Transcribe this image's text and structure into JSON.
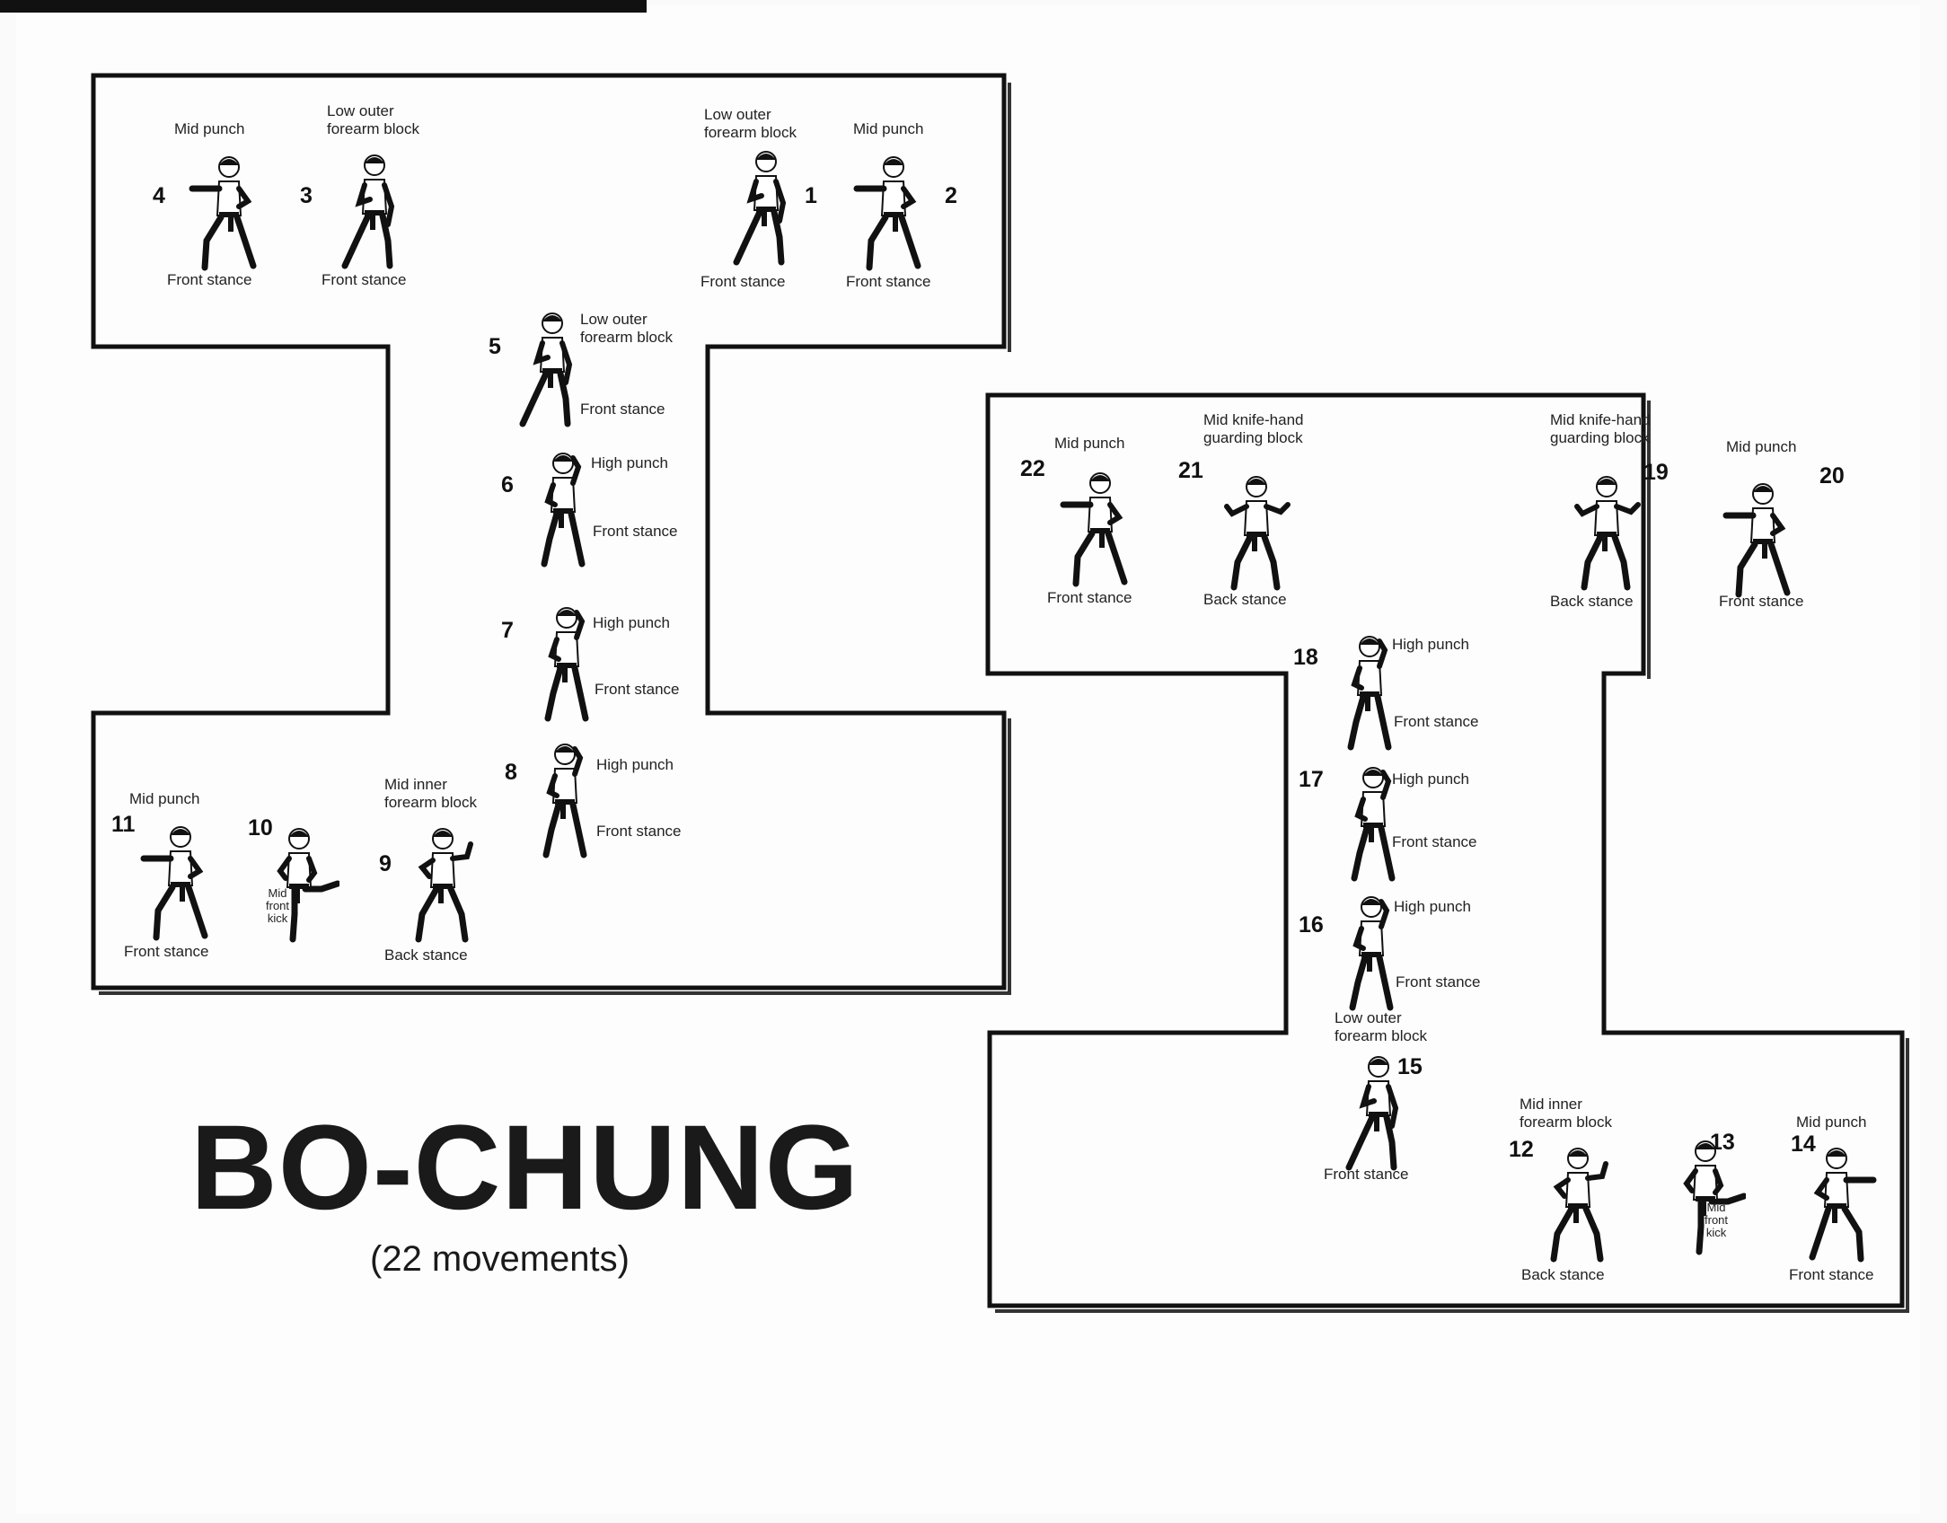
{
  "form": {
    "title": "BO-CHUNG",
    "subtitle": "(22 movements)"
  },
  "moves": [
    {
      "num": "1",
      "tech": "Low outer\nforearm block",
      "stance": "Front stance",
      "kick": ""
    },
    {
      "num": "2",
      "tech": "Mid punch",
      "stance": "Front stance",
      "kick": ""
    },
    {
      "num": "3",
      "tech": "Low outer\nforearm block",
      "stance": "Front stance",
      "kick": ""
    },
    {
      "num": "4",
      "tech": "Mid punch",
      "stance": "Front stance",
      "kick": ""
    },
    {
      "num": "5",
      "tech": "Low outer\nforearm block",
      "stance": "Front stance",
      "kick": ""
    },
    {
      "num": "6",
      "tech": "High punch",
      "stance": "Front stance",
      "kick": ""
    },
    {
      "num": "7",
      "tech": "High punch",
      "stance": "Front stance",
      "kick": ""
    },
    {
      "num": "8",
      "tech": "High punch",
      "stance": "Front stance",
      "kick": ""
    },
    {
      "num": "9",
      "tech": "Mid inner\nforearm block",
      "stance": "Back stance",
      "kick": ""
    },
    {
      "num": "10",
      "tech": "",
      "stance": "",
      "kick": "Mid\nfront\nkick"
    },
    {
      "num": "11",
      "tech": "Mid punch",
      "stance": "Front stance",
      "kick": ""
    },
    {
      "num": "12",
      "tech": "Mid inner\nforearm block",
      "stance": "Back stance",
      "kick": ""
    },
    {
      "num": "13",
      "tech": "",
      "stance": "",
      "kick": "Mid\nfront\nkick"
    },
    {
      "num": "14",
      "tech": "Mid punch",
      "stance": "Front stance",
      "kick": ""
    },
    {
      "num": "15",
      "tech": "Low outer\nforearm block",
      "stance": "Front stance",
      "kick": ""
    },
    {
      "num": "16",
      "tech": "High punch",
      "stance": "Front stance",
      "kick": ""
    },
    {
      "num": "17",
      "tech": "High punch",
      "stance": "Front stance",
      "kick": ""
    },
    {
      "num": "18",
      "tech": "High punch",
      "stance": "Front stance",
      "kick": ""
    },
    {
      "num": "19",
      "tech": "Mid knife-hand\nguarding block",
      "stance": "Back stance",
      "kick": ""
    },
    {
      "num": "20",
      "tech": "Mid punch",
      "stance": "Front stance",
      "kick": ""
    },
    {
      "num": "21",
      "tech": "Mid knife-hand\nguarding block",
      "stance": "Back stance",
      "kick": ""
    },
    {
      "num": "22",
      "tech": "Mid punch",
      "stance": "Front stance",
      "kick": ""
    }
  ]
}
